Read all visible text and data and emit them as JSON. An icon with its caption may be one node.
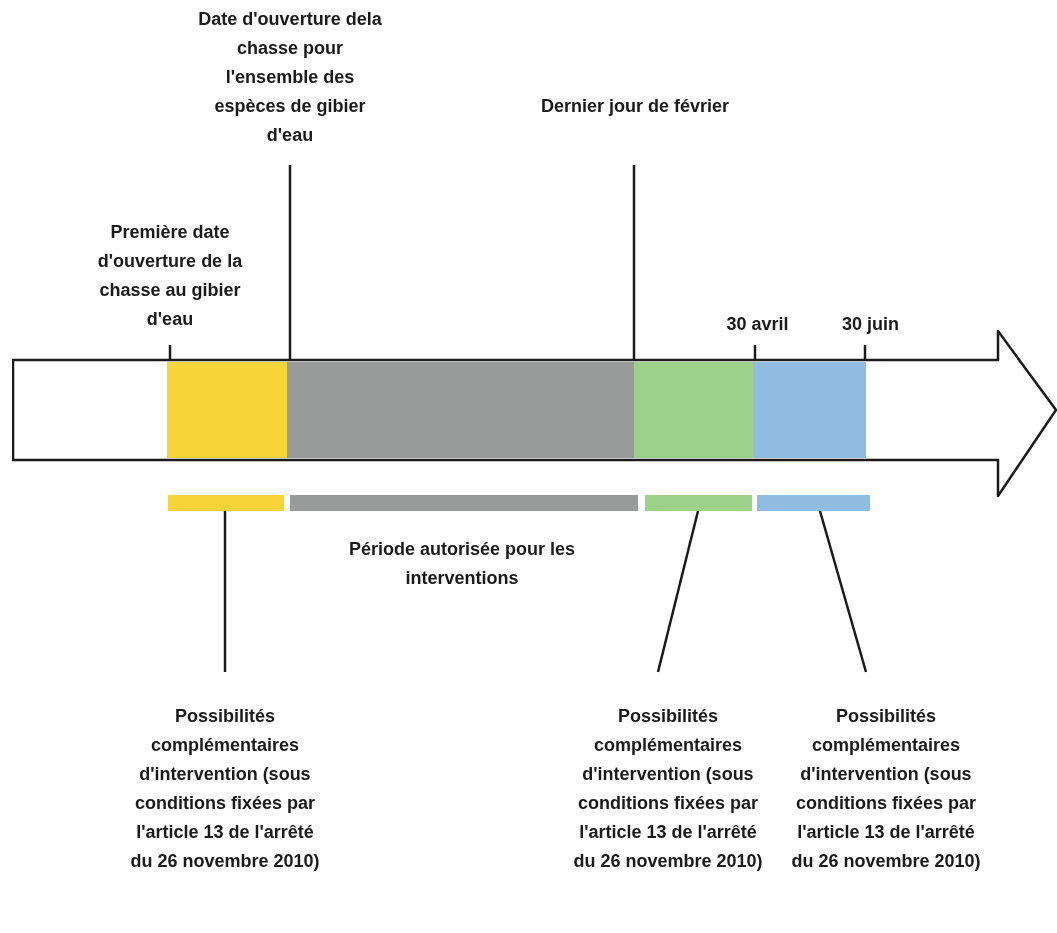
{
  "diagram": {
    "nodes": [
      {
        "text": [
          "Première date d'ouverture de la chasse au gibier d'eau"
        ]
      },
      {
        "text": [
          "Date d'ouverture dela chasse pour l'ensemble des espèces de gibier d'eau"
        ]
      },
      {
        "text": [
          "Dernier jour de février"
        ]
      },
      {
        "text": [
          "30 avril"
        ]
      },
      {
        "text": [
          "30 juin"
        ]
      },
      {
        "text": [],
        "shape": "arrow"
      },
      {
        "text": [],
        "shape": "bar",
        "in": 5
      },
      {
        "text": [],
        "shape": "bar",
        "in": 5
      },
      {
        "text": [],
        "shape": "bar",
        "in": 5
      },
      {
        "text": [],
        "shape": "bar",
        "in": 5
      },
      {
        "text": [],
        "shape": "bar"
      },
      {
        "text": [],
        "shape": "bar"
      },
      {
        "text": [],
        "shape": "bar"
      },
      {
        "text": [],
        "shape": "bar"
      },
      {
        "text": [
          "Possibilités complémentaires d'intervention (sous conditions fixées par l'article 13 de l'arrêté du 26 novembre 2010)"
        ]
      },
      {
        "text": [
          "Possibilités complémentaires d'intervention (sous conditions fixées par l'article 13 de l'arrêté du 26 novembre 2010)"
        ]
      },
      {
        "text": [
          "Possibilités complémentaires d'intervention (sous conditions fixées par l'article 13 de l'arrêté du 26 novembre 2010)"
        ]
      }
    ],
    "edges": [
      {
        "from": 0,
        "to": 6,
        "arrow": "none"
      },
      {
        "from": 1,
        "to": 7,
        "arrow": "none"
      },
      {
        "from": 2,
        "to": 8,
        "arrow": "none"
      },
      {
        "from": 3,
        "to": 9,
        "arrow": "none"
      },
      {
        "from": 4,
        "to": 9,
        "arrow": "none"
      },
      {
        "from": 14,
        "to": 10,
        "arrow": "none"
      },
      {
        "from": 15,
        "to": 12,
        "arrow": "none"
      },
      {
        "from": 16,
        "to": 13,
        "arrow": "none"
      }
    ],
    "labels": [
      "Période autorisée pour les interventions"
    ]
  }
}
